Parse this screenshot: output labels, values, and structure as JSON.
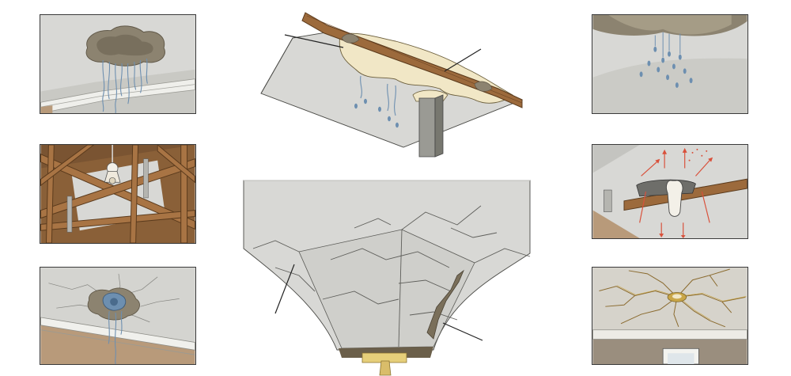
{
  "figure": {
    "background": "#ffffff",
    "colors": {
      "ceiling": "#d8d8d5",
      "ceiling_shade": "#c4c4c0",
      "stain": "#8c8370",
      "stain_dark": "#6f6656",
      "drip": "#6d8fb0",
      "wood": "#9c6a3c",
      "wood_dark": "#6b4423",
      "plaster_cream": "#f1e7c6",
      "wall_tan": "#b89a7a",
      "trim": "#ecece8",
      "crack": "#6a6a66",
      "gold": "#c9a648",
      "arrow_red": "#d9503a",
      "outline": "#2e2e2e"
    }
  },
  "panels": [
    {
      "id": "water-stain-corner",
      "icon": "water-stain-icon"
    },
    {
      "id": "attic-truss",
      "icon": "attic-truss-icon"
    },
    {
      "id": "drywall-hole-drips",
      "icon": "drywall-hole-icon"
    },
    {
      "id": "beam-leak-center",
      "icon": "beam-leak-icon"
    },
    {
      "id": "sagging-cracked-ceiling",
      "icon": "ceiling-crack-icon"
    },
    {
      "id": "dripping-stain-right",
      "icon": "dripping-stain-icon"
    },
    {
      "id": "light-fixture-joist",
      "icon": "light-fixture-icon"
    },
    {
      "id": "cracked-ceiling-fixture",
      "icon": "cracked-ceiling-icon"
    }
  ]
}
